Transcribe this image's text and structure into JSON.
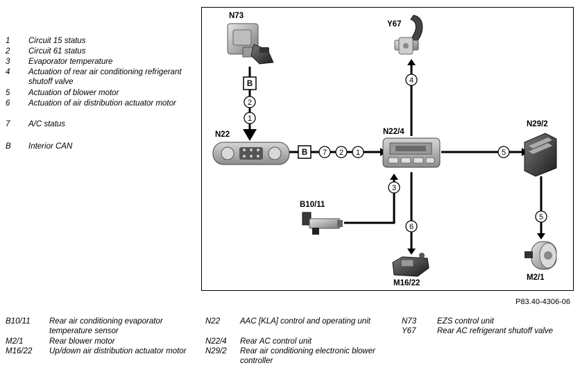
{
  "legend": [
    {
      "num": "1",
      "text": "Circuit 15 status"
    },
    {
      "num": "2",
      "text": "Circuit 61 status"
    },
    {
      "num": "3",
      "text": "Evaporator temperature"
    },
    {
      "num": "4",
      "text": "Actuation of rear air conditioning refrigerant shutoff valve"
    },
    {
      "num": "5",
      "text": "Actuation of blower motor"
    },
    {
      "num": "6",
      "text": "Actuation of air distribution actuator motor"
    },
    {
      "num": "7",
      "text": "A/C status"
    },
    {
      "num": "B",
      "text": "Interior CAN"
    }
  ],
  "diagram": {
    "labels": {
      "n73": "N73",
      "y67": "Y67",
      "n22": "N22",
      "n22_4": "N22/4",
      "n29_2": "N29/2",
      "b10_11": "B10/11",
      "m16_22": "M16/22",
      "m2_1": "M2/1"
    },
    "bus_label": "B",
    "signals": [
      "1",
      "2",
      "3",
      "4",
      "5",
      "6",
      "7"
    ]
  },
  "reference": "P83.40-4306-06",
  "components": [
    {
      "code": "B10/11",
      "desc": "Rear air conditioning evaporator temperature sensor"
    },
    {
      "code": "M2/1",
      "desc": "Rear blower motor"
    },
    {
      "code": "M16/22",
      "desc": "Up/down air distribution actuator motor"
    },
    {
      "code": "N22",
      "desc": "AAC [KLA] control and operating unit"
    },
    {
      "code": "N22/4",
      "desc": "Rear AC control unit"
    },
    {
      "code": "N29/2",
      "desc": "Rear air conditioning electronic blower controller"
    },
    {
      "code": "N73",
      "desc": "EZS control unit"
    },
    {
      "code": "Y67",
      "desc": "Rear AC refrigerant shutoff valve"
    }
  ]
}
